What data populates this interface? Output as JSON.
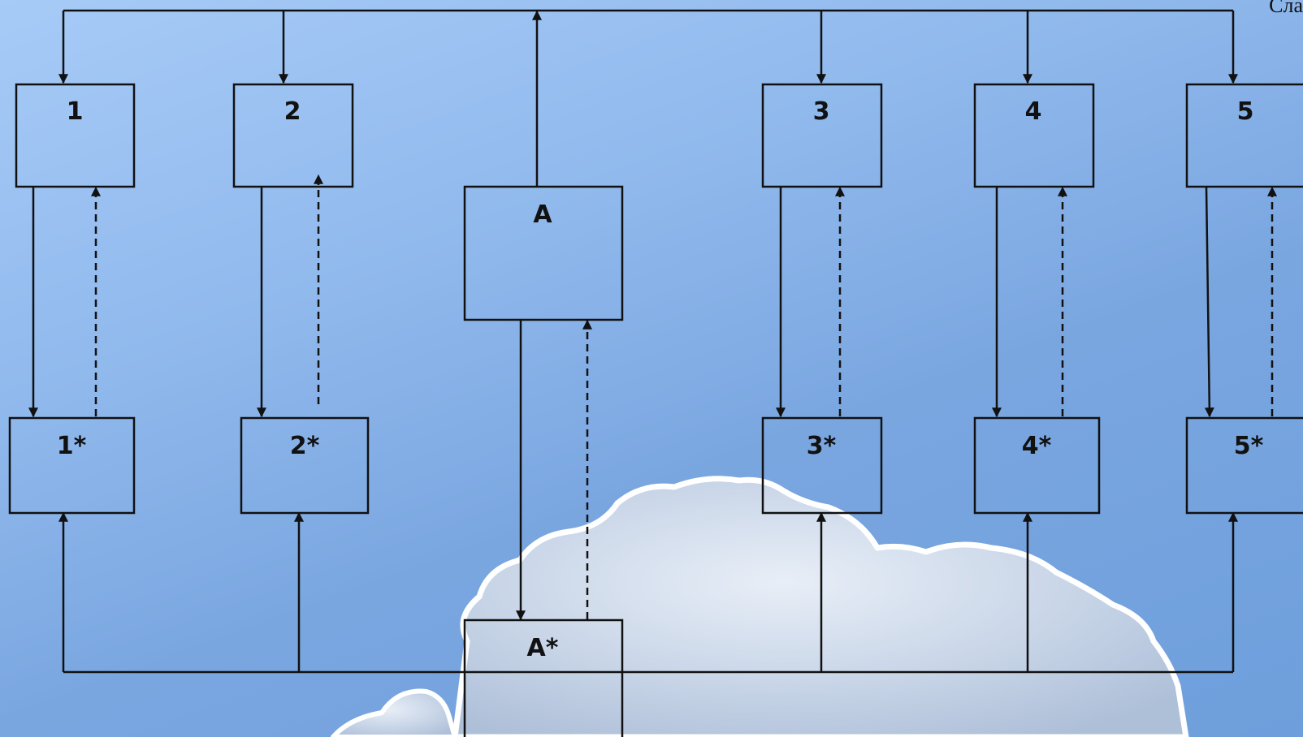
{
  "corner_text": "Сла",
  "boxes": {
    "b1": "1",
    "b2": "2",
    "b3": "3",
    "b4": "4",
    "b5": "5",
    "bA": "A",
    "b1s": "1*",
    "b2s": "2*",
    "b3s": "3*",
    "b4s": "4*",
    "b5s": "5*",
    "bAs": "A*"
  },
  "colors": {
    "line": "#111111",
    "sky_light": "#a7cbf7",
    "sky_dark": "#6e9fdc",
    "cloud": "#ffffff"
  }
}
